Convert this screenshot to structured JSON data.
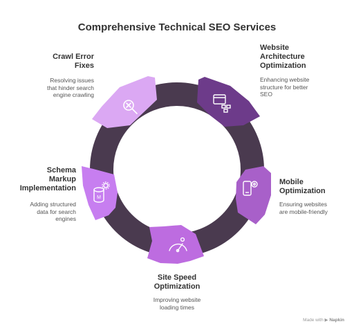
{
  "title": "Comprehensive Technical SEO Services",
  "services": [
    {
      "title": "Crawl Error\nFixes",
      "description": "Resolving issues\nthat hinder search\nengine crawling",
      "icon": "magnifier-x-icon",
      "color": "#dba8f3"
    },
    {
      "title": "Website\nArchitecture\nOptimization",
      "description": "Enhancing website\nstructure for better\nSEO",
      "icon": "sitemap-window-icon",
      "color": "#6d3b8a"
    },
    {
      "title": "Mobile\nOptimization",
      "description": "Ensuring websites\nare mobile-friendly",
      "icon": "mobile-badge-icon",
      "color": "#a860c9"
    },
    {
      "title": "Site Speed\nOptimization",
      "description": "Improving website\nloading times",
      "icon": "speedometer-icon",
      "color": "#bd6ce0"
    },
    {
      "title": "Schema\nMarkup\nImplementation",
      "description": "Adding structured\ndata for search\nengines",
      "icon": "database-gear-icon",
      "color": "#c77ef0"
    }
  ],
  "ring_color": "#4a3a4f",
  "footer": {
    "made_with": "Made with",
    "brand": "Napkin"
  }
}
